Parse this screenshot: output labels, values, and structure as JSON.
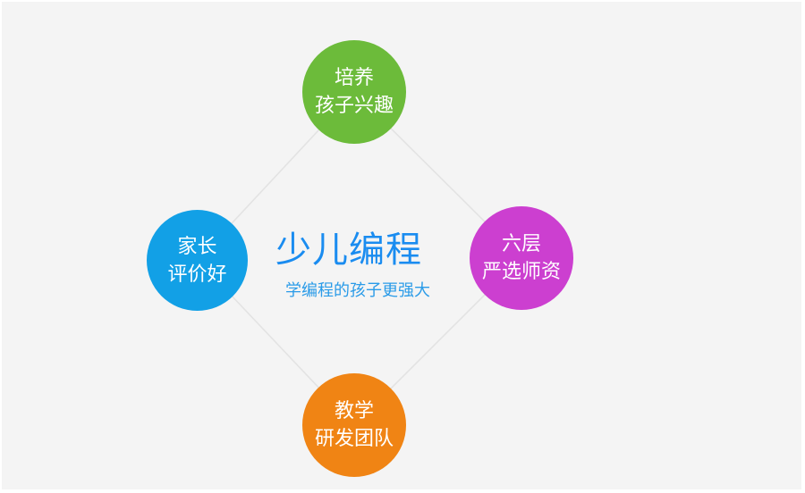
{
  "colors": {
    "background": "#f4f4f4",
    "frame": "#ffffff",
    "connector": "#e3e3e3",
    "title": "#1a8cf0",
    "subtitle": "#2a9be8",
    "node_top": "#6cbb3a",
    "node_left": "#12a0e6",
    "node_right": "#cc3fd0",
    "node_bottom": "#f08414",
    "node_text": "#ffffff"
  },
  "center": {
    "title": "少儿编程",
    "subtitle": "学编程的孩子更强大"
  },
  "nodes": {
    "top": {
      "line1": "培养",
      "line2": "孩子兴趣"
    },
    "left": {
      "line1": "家长",
      "line2": "评价好"
    },
    "right": {
      "line1": "六层",
      "line2": "严选师资"
    },
    "bottom": {
      "line1": "教学",
      "line2": "研发团队"
    }
  },
  "connectors": [
    {
      "from": "top",
      "to": "right"
    },
    {
      "from": "right",
      "to": "bottom"
    },
    {
      "from": "bottom",
      "to": "left"
    },
    {
      "from": "left",
      "to": "top"
    }
  ]
}
